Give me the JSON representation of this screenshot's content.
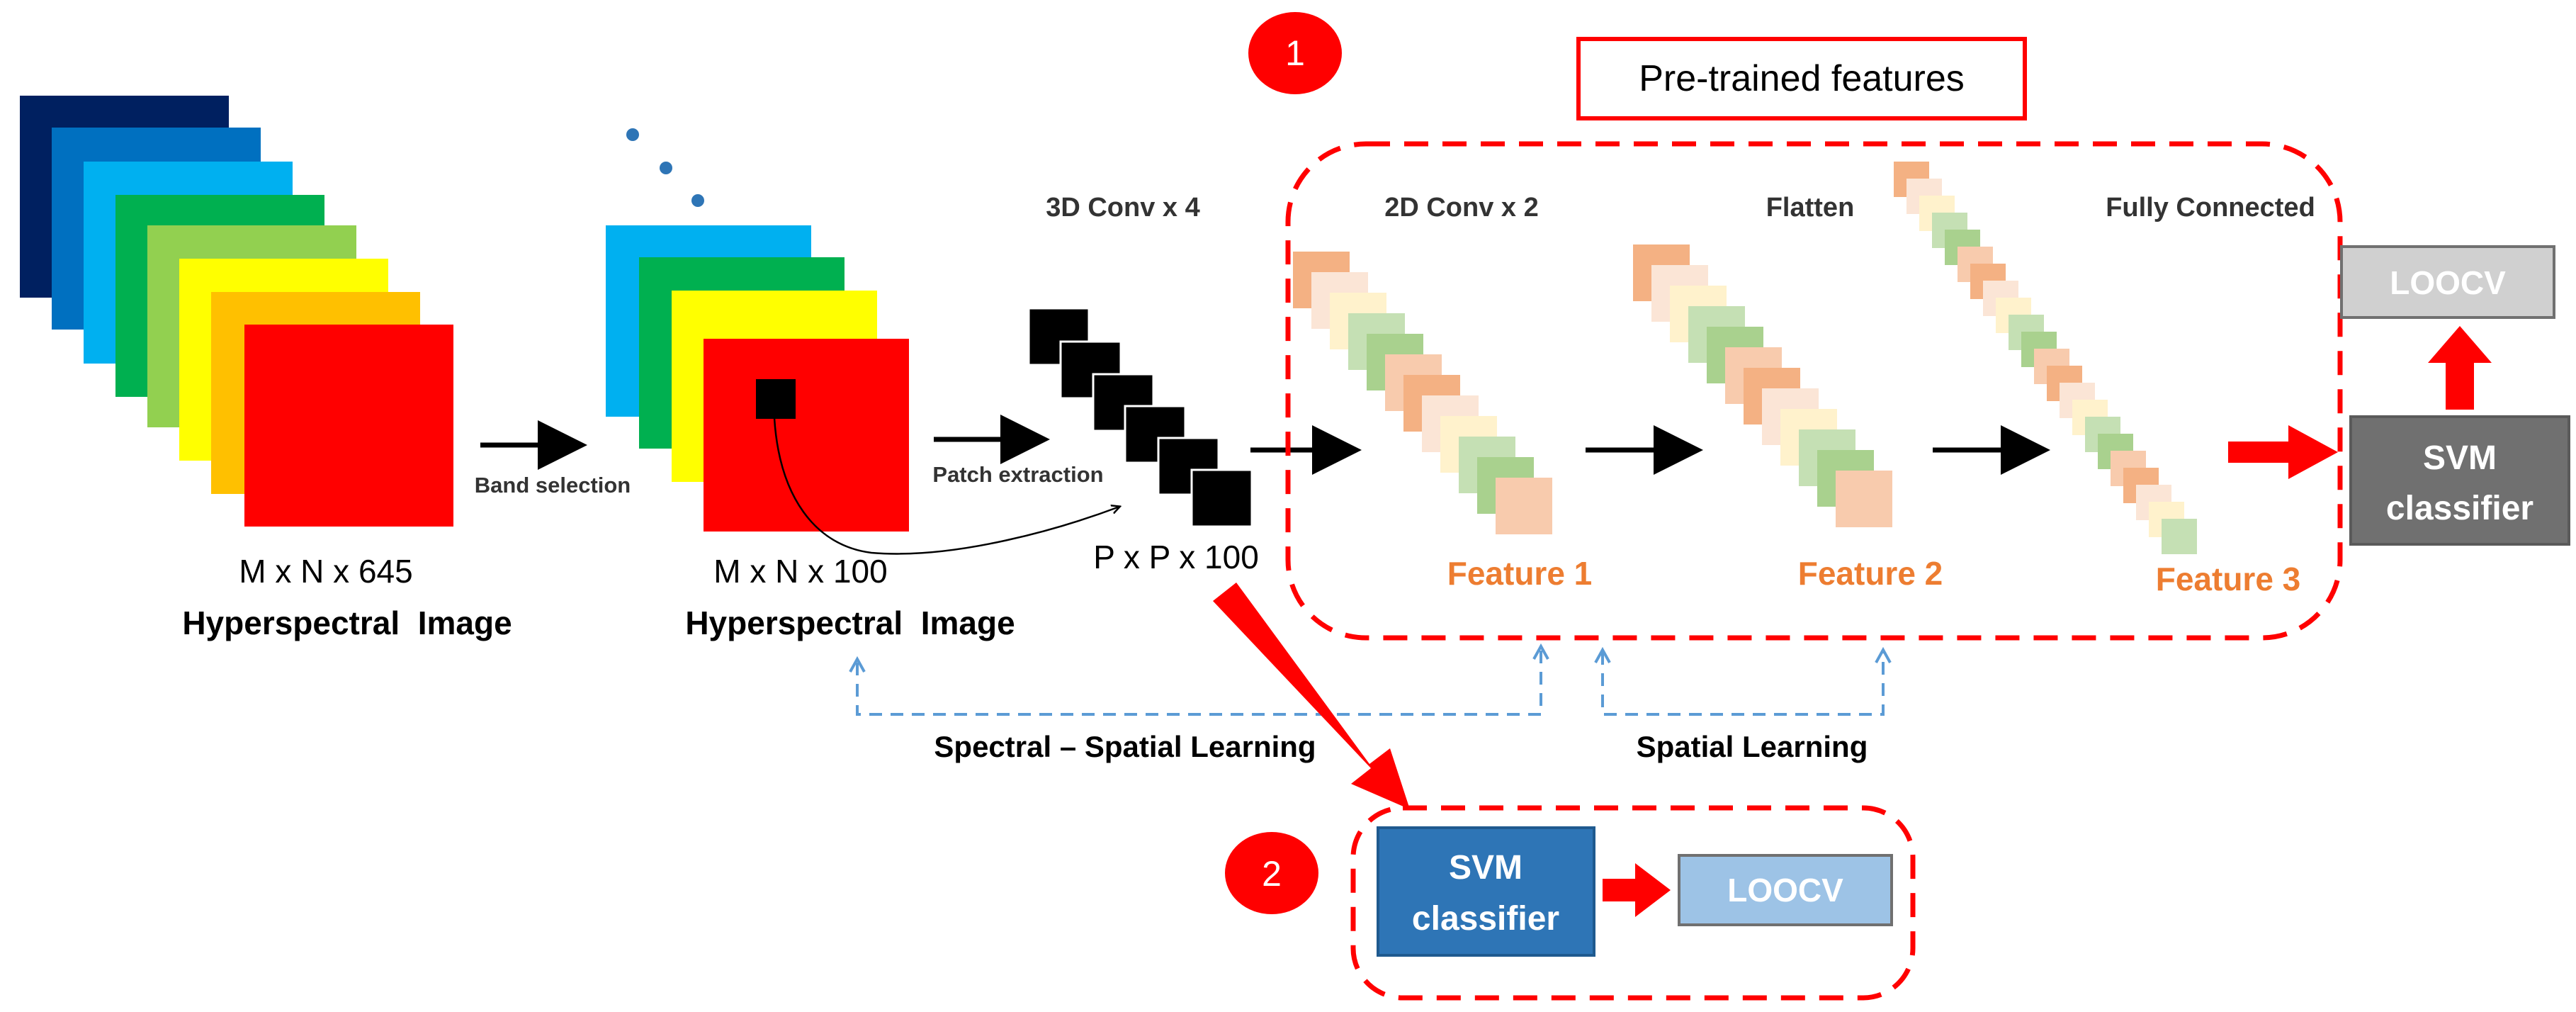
{
  "badges": {
    "one": "1",
    "two": "2"
  },
  "header": {
    "pretrained": "Pre-trained features"
  },
  "cube1": {
    "dims": "M x N x 645",
    "caption": "Hyperspectral  Image"
  },
  "cube2": {
    "dims": "M x N x 100",
    "caption": "Hyperspectral  Image"
  },
  "arrows": {
    "band_selection": "Band selection",
    "patch_extraction": "Patch extraction"
  },
  "conv3d": {
    "title": "3D Conv x 4",
    "dims": "P x P x 100"
  },
  "layers": {
    "conv2d": "2D Conv x 2",
    "flatten": "Flatten",
    "fully_connected": "Fully Connected"
  },
  "features": {
    "f1": "Feature 1",
    "f2": "Feature 2",
    "f3": "Feature 3"
  },
  "learning": {
    "spectral_spatial": "Spectral – Spatial Learning",
    "spatial": "Spatial Learning"
  },
  "right_pipeline": {
    "svm_line1": "SVM",
    "svm_line2": "classifier",
    "loocv": "LOOCV"
  },
  "bottom_pipeline": {
    "svm_line1": "SVM",
    "svm_line2": "classifier",
    "loocv": "LOOCV"
  },
  "colors": {
    "red": "#ff0000",
    "orange_text": "#ed7d31",
    "dashed_blue": "#5b9bd5",
    "svm_blue": "#2e75b6",
    "loocv_blue": "#9dc3e6",
    "svm_gray": "#707070",
    "loocv_gray": "#d0d0d0",
    "band_colors": [
      "#002060",
      "#0070c0",
      "#00b0f0",
      "#00b050",
      "#92d050",
      "#ffff00",
      "#ffc000",
      "#ff0000"
    ],
    "feature_palette": [
      "#f4b183",
      "#fbe5d6",
      "#fff2cc",
      "#c5e0b4",
      "#a9d18e",
      "#f8cbad"
    ]
  }
}
